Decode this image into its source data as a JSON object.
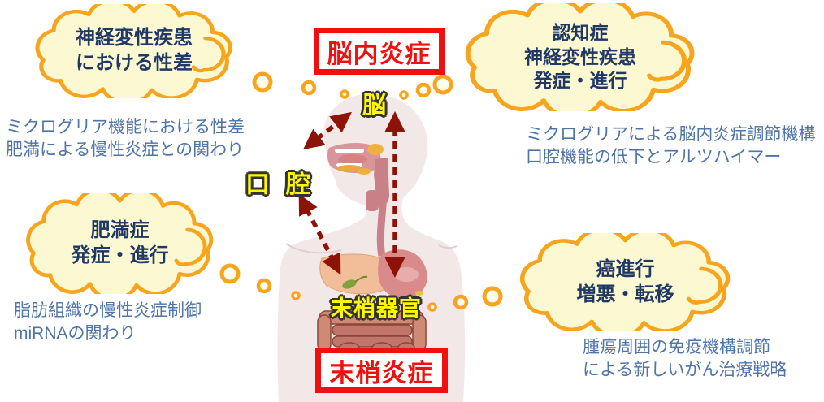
{
  "colors": {
    "cloud_fill": "#FCF9D2",
    "cloud_border": "#F7A41E",
    "cloud_text_navy": "#1F3864",
    "note_text_blue": "#4E74A8",
    "emphasis_red": "#F01010",
    "arrow_dark_red": "#8E1307",
    "organ_label_yellow": "#FFF800",
    "body_silhouette_pink": "#F3E8E8"
  },
  "center": {
    "box_top_label": "脳内炎症",
    "box_bottom_label": "末梢炎症",
    "organ_brain": "脳",
    "organ_oral": "口腔",
    "organ_peripheral": "末梢器官"
  },
  "clouds": {
    "top_left": {
      "lines": [
        "神経変性疾患",
        "における性差"
      ]
    },
    "top_right": {
      "lines": [
        "認知症",
        "神経変性疾患",
        "発症・進行"
      ]
    },
    "mid_left": {
      "lines": [
        "肥満症",
        "発症・進行"
      ]
    },
    "mid_right": {
      "lines": [
        "癌進行",
        "増悪・転移"
      ]
    }
  },
  "notes": {
    "top_left": {
      "lines": [
        "ミクログリア機能における性差",
        "肥満による慢性炎症との関わり"
      ]
    },
    "top_right": {
      "lines": [
        "ミクログリアによる脳内炎症調節機構",
        "口腔機能の低下とアルツハイマー"
      ]
    },
    "mid_left": {
      "lines": [
        "脂肪組織の慢性炎症制御",
        "miRNAの関わり"
      ]
    },
    "bottom_right": {
      "lines": [
        "腫瘍周囲の免疫機構調節",
        "による新しいがん治療戦略"
      ]
    }
  }
}
